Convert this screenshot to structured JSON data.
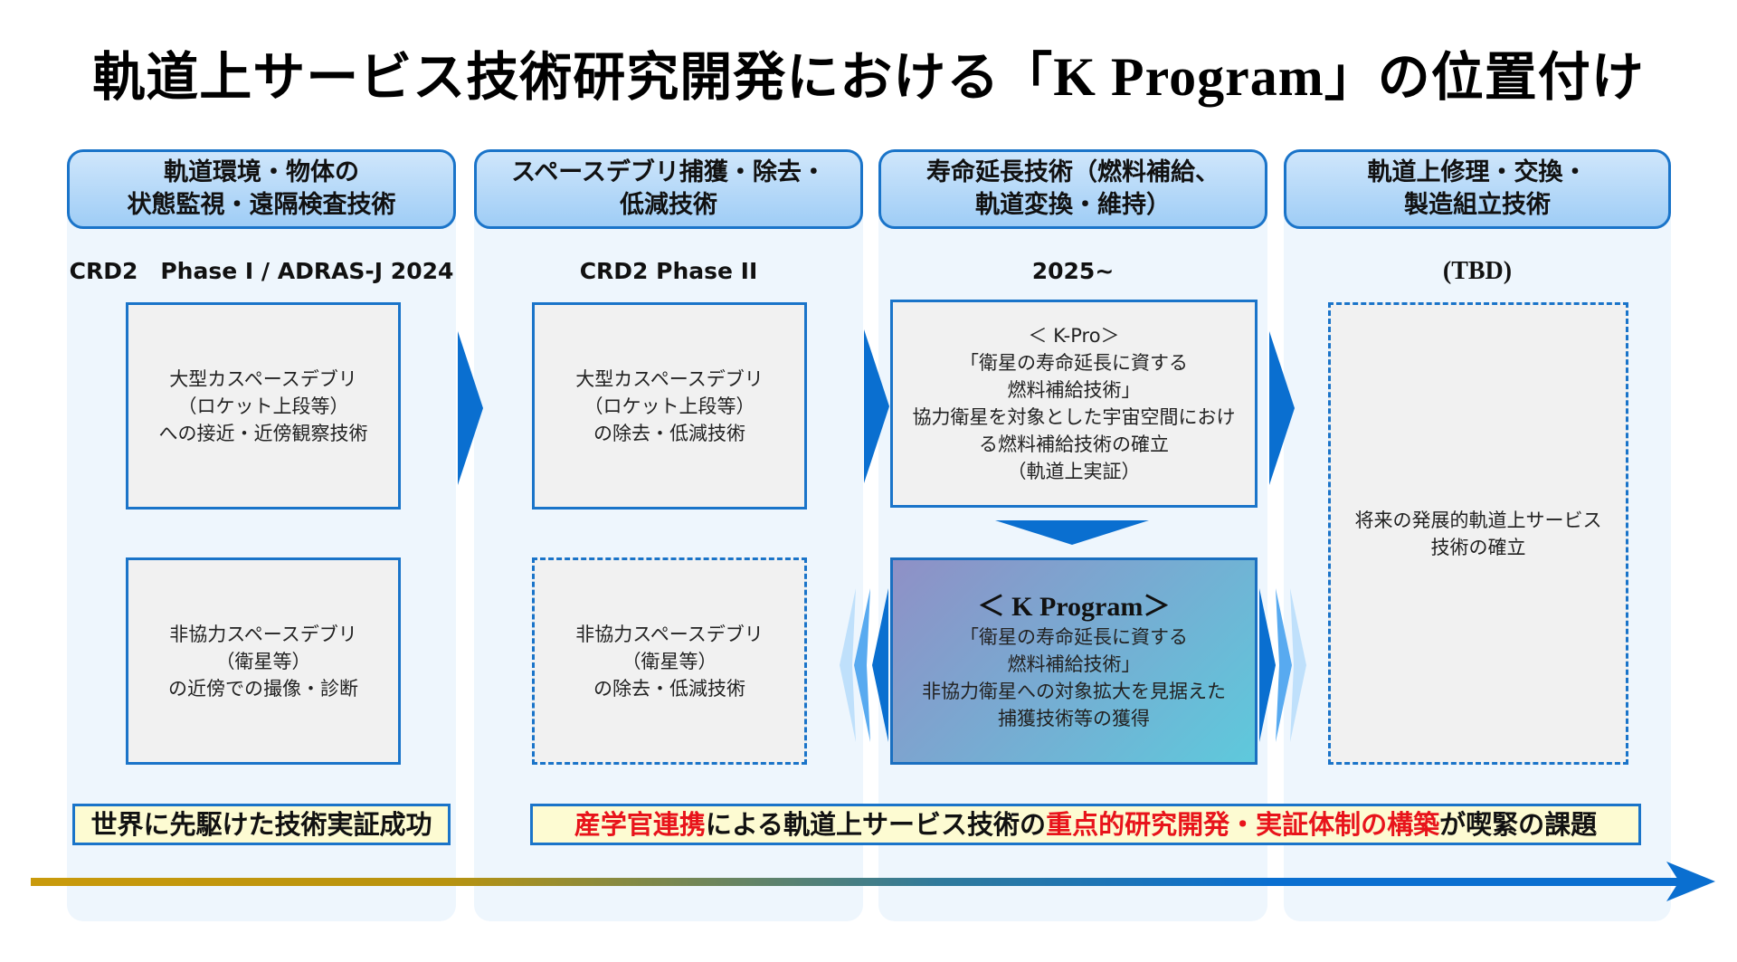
{
  "title": {
    "prefix": "軌道上サービス技術研究開発における「",
    "program": "K Program",
    "suffix": "」の位置付け"
  },
  "columns": [
    {
      "header_lines": [
        "軌道環境・物体の",
        "状態監視・遠隔検査技術"
      ],
      "phase": "CRD2　Phase I / ADRAS-J 2024",
      "top_box_lines": [
        "大型カスペースデブリ",
        "（ロケット上段等）",
        "への接近・近傍観察技術"
      ],
      "bottom_box_lines": [
        "非協力スペースデブリ",
        "（衛星等）",
        "の近傍での撮像・診断"
      ]
    },
    {
      "header_lines": [
        "スペースデブリ捕獲・除去・",
        "低減技術"
      ],
      "phase": "CRD2 Phase II",
      "top_box_lines": [
        "大型カスペースデブリ",
        "（ロケット上段等）",
        "の除去・低減技術"
      ],
      "bottom_box_lines": [
        "非協力スペースデブリ",
        "（衛星等）",
        "の除去・低減技術"
      ]
    },
    {
      "header_lines": [
        "寿命延長技術（燃料補給、",
        "軌道変換・維持）"
      ],
      "phase": "2025~",
      "top_box_lines": [
        "＜ K-Pro＞",
        "「衛星の寿命延長に資する",
        "燃料補給技術」",
        "協力衛星を対象とした宇宙空間におけ",
        "る燃料補給技術の確立",
        "（軌道上実証）"
      ],
      "kprogram_title": "＜ K Program＞",
      "bottom_box_lines": [
        "「衛星の寿命延長に資する",
        "燃料補給技術」",
        "非協力衛星への対象拡大を見据えた",
        "捕獲技術等の獲得"
      ]
    },
    {
      "header_lines": [
        "軌道上修理・交換・",
        "製造組立技術"
      ],
      "phase": "(TBD)",
      "box_lines": [
        "将来の発展的軌道上サービス",
        "技術の確立"
      ]
    }
  ],
  "callouts": {
    "left": "世界に先駆けた技術実証成功",
    "right": {
      "part1_red": "産学官連携",
      "part2": "による軌道上サービス技術の",
      "part3_red": "重点的研究開発・実証体制の構築",
      "part4": "が喫緊の課題"
    }
  },
  "colors": {
    "accent_blue": "#1a74c9",
    "panel_bg": "#eef6fd",
    "highlight_red": "#e8141b",
    "callout_bg": "#fdfbd2",
    "timeline_start": "#c99a0c",
    "timeline_end": "#0a6fd0"
  }
}
